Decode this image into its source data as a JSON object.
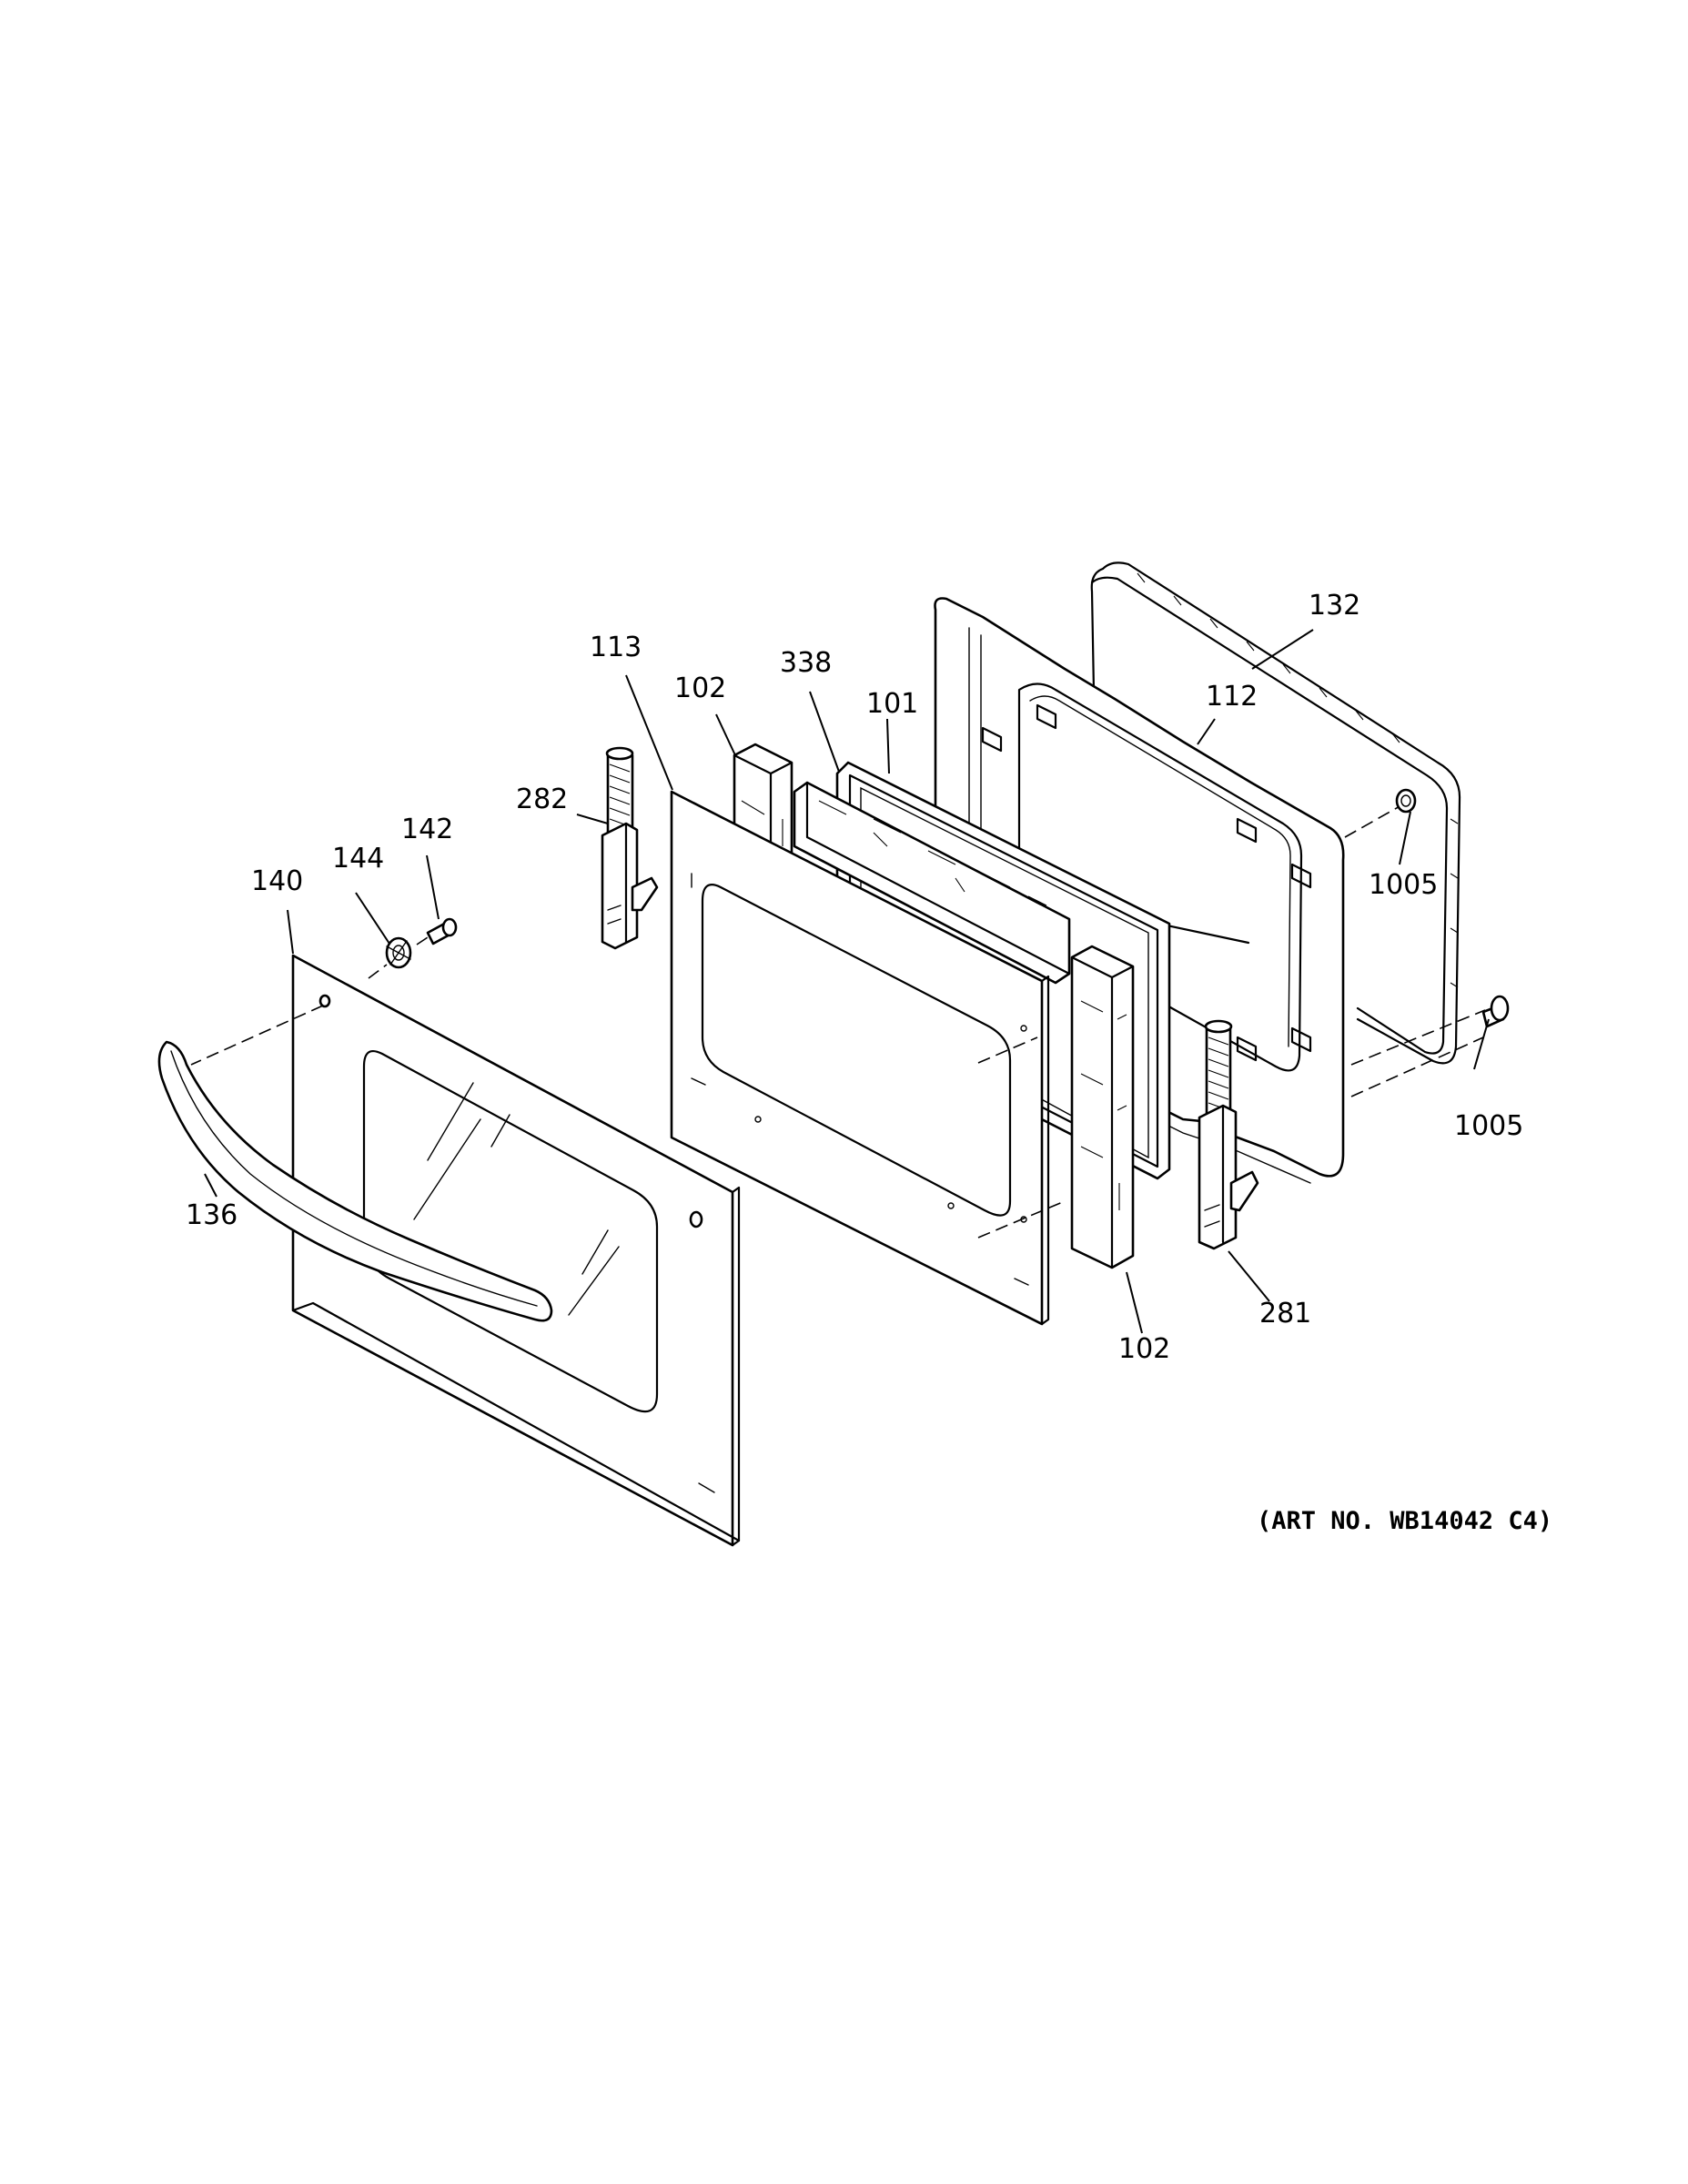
{
  "diagram": {
    "callouts": {
      "c132": "132",
      "c112": "112",
      "c113": "113",
      "c102_top": "102",
      "c338": "338",
      "c101": "101",
      "c282": "282",
      "c142": "142",
      "c144": "144",
      "c140": "140",
      "c1005_upper": "1005",
      "c1005_lower": "1005",
      "c136": "136",
      "c281": "281",
      "c102_bottom": "102"
    },
    "art_number": "(ART NO. WB14042 C4)"
  }
}
